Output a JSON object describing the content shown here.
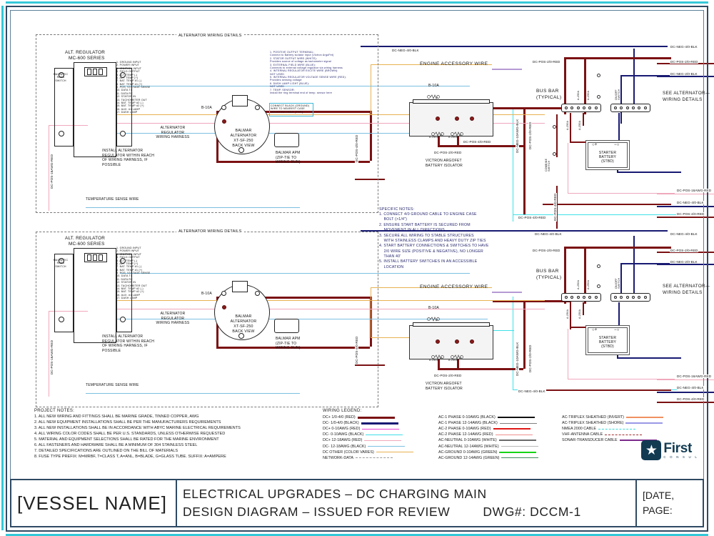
{
  "document": {
    "sheet_type": "electrical-wiring-diagram",
    "section_headers": {
      "alternator_wiring_details": "ALTERNATOR WIRING DETAILS"
    }
  },
  "title_block": {
    "vessel": "[VESSEL NAME]",
    "line1": "ELECTRICAL UPGRADES – DC CHARGING MAIN",
    "line2": "DESIGN DIAGRAM – ISSUED FOR REVIEW",
    "dwg_label": "DWG#: DCCM-1",
    "right_line1": "[DATE,",
    "right_line2": "PAGE:"
  },
  "logo": {
    "mark": "star-icon",
    "name": "First",
    "subtitle": "C O N S U L"
  },
  "project_notes": {
    "title": "PROJECT NOTES:",
    "items": [
      "1. ALL NEW WIRING AND FITTINGS SHALL BE MARINE GRADE, TINNED COPPER, AWG",
      "2. ALL NEW EQUIPMENT INSTALLATIONS SHALL BE PER THE MANUFACTURERS REQUIREMENTS",
      "3. ALL NEW INSTALLATIONS SHALL BE IN ACCORDANCE WITH ABYC MARINE ELECTRICAL REQUIREMENTS",
      "4. ALL WIRING COLOR CODES SHALL BE PER U.S. STANDARDS, UNLESS OTHERWISE REQUESTED",
      "5. MATERIAL AND EQUIPMENT SELECTIONS SHALL BE RATED FOR THE MARINE ENVIRONMENT",
      "6. ALL FASTENERS AND HARDWARE SHALL BE A MINIMUM OF 304 STAINLESS STEEL",
      "7. DETAILED SPECIFICATIONS ARE OUTLINED ON THE BILL OF MATERIALS",
      "8. FUSE TYPE PREFIX: M=MRBF, T=CLASS T, A=ANL, B=BLADE, G=GLASS TUBE. SUFFIX: A=AMPERE"
    ]
  },
  "specific_notes": {
    "title": "SPECIFIC NOTES:",
    "items": [
      "1. CONNECT 4/0 GROUND CABLE TO ENGINE CASE",
      "    BOLT (>1/4\")",
      "2. ENSURE START BATTERY IS SECURED FROM",
      "    MOVEMENT IN ALL DIRECTIONS",
      "3. SECURE ALL WIRING TO STABLE STRUCTURES",
      "    WITH STAINLESS CLAMPS AND HEAVY DUTY ZIP TIES",
      "4. START BATTERY CONNECTIONS & SWITCHES TO HAVE",
      "    2/0 WIRE SIZE (POSITIVE & NEGATIVE), NO LONGER",
      "    THAN 40'",
      "5. INSTALL BATTERY SWITCHES IN AN ACCESSIBLE",
      "    LOCATION"
    ]
  },
  "wiring_legend": {
    "title": "WIRING LEGEND:",
    "col1": [
      {
        "text": "DC+ 1/0-4/0 (RED)",
        "color": "#7b1113",
        "weight": 3.2,
        "style": "solid"
      },
      {
        "text": "DC- 1/0-4/0 (BLACK)",
        "color": "#181a72",
        "weight": 3.2,
        "style": "solid"
      },
      {
        "text": "DC+ 0-10AWG (RED)",
        "color": "#e83fd0",
        "weight": 1.6,
        "style": "solid"
      },
      {
        "text": "DC- 0-10AWG (BLACK)",
        "color": "#3fe0e8",
        "weight": 1.6,
        "style": "solid"
      },
      {
        "text": "DC+ 12-18AWG (RED)",
        "color": "#f0a8bc",
        "weight": 1.1,
        "style": "solid"
      },
      {
        "text": "DC- 12-18AWG (BLACK)",
        "color": "#7cc0e0",
        "weight": 1.1,
        "style": "solid"
      },
      {
        "text": "DC OTHER (COLOR VARES)",
        "color": "#e8b251",
        "weight": 1.1,
        "style": "solid"
      },
      {
        "text": "NETWORK-DATA",
        "color": "#9a9a9a",
        "weight": 1.1,
        "style": "dashed"
      }
    ],
    "col2": [
      {
        "text": "AC-1 PHASE 0-10AWG (BLACK)",
        "color": "#111111",
        "weight": 2.6,
        "style": "solid"
      },
      {
        "text": "AC-1 PHASE 12-14AWG (BLACK)",
        "color": "#808080",
        "weight": 1.0,
        "style": "solid"
      },
      {
        "text": "AC-2 PHASE 0-10AWG (RED)",
        "color": "#e01818",
        "weight": 2.0,
        "style": "solid"
      },
      {
        "text": "AC-2 PHASE 12-14AWG (RED)",
        "color": "#f09090",
        "weight": 1.0,
        "style": "solid"
      },
      {
        "text": "AC-NEUTRAL 0-10AWG (WHITE)",
        "color": "#6a6a6a",
        "weight": 2.0,
        "style": "solid"
      },
      {
        "text": "AC-NEUTRAL 12-14AWG (WHITE)",
        "color": "#b8b8b8",
        "weight": 1.0,
        "style": "solid"
      },
      {
        "text": "AC-GROUND 0-10AWG (GREEN)",
        "color": "#15d415",
        "weight": 2.0,
        "style": "solid"
      },
      {
        "text": "AC-GROUND 12-14AWG (GREEN)",
        "color": "#3f8a5c",
        "weight": 1.0,
        "style": "solid"
      }
    ],
    "col3": [
      {
        "text": "AC-TRIPLEX SHEATHED (INVERT)",
        "color": "#f09060",
        "weight": 2.2,
        "style": "solid"
      },
      {
        "text": "AC-TRIPLEX SHEATHED (SHORE)",
        "color": "#9898e8",
        "weight": 2.2,
        "style": "solid"
      },
      {
        "text": "NMEA 2000 CABLE",
        "color": "#3fd8d8",
        "weight": 1.6,
        "style": "dashed"
      },
      {
        "text": "VHF-ANTENNA CABLE",
        "color": "#a03030",
        "weight": 1.6,
        "style": "dashed"
      },
      {
        "text": "SONAR-TRANSDUCER CABLE",
        "color": "#7b2a8a",
        "weight": 2.4,
        "style": "solid"
      }
    ]
  },
  "alternator_detail": {
    "regulator": {
      "title_line1": "ALT. REGULATOR",
      "title_line2": "MC-600 SERIES",
      "magnetic_reed_switch": "MAGNETIC\nREED\nSWITCH",
      "pinout": [
        "1. GROUND INPUT",
        "2. POWER INPUT",
        "3. IGNITION INPUT",
        "4. FIELD OUTPUT",
        "5. ALT. TEMP (-)",
        "6. ALT. TEMP (+)",
        "7. BAT. TEMP #1 (-)",
        "8. BAT. TEMP #1 (+)",
        "9. POS. VOLTAGE SENSE",
        "10. DATA TX",
        "11. DATA RX",
        "12. STATOR IN",
        "13. TACHOMETER OUT",
        "14. BAT. TEMP #2 (-)",
        "15. BAT. TEMP #2 (+)",
        "16. AUX. #1 LAMP",
        "17. DASH LAMP"
      ],
      "harness_label": "ALTERNATOR\nREGULATOR\nWIRING HARNESS",
      "install_note": "INSTALL ALTERNATOR\nREGULATOR WITHIN REACH\nOF WIRING HARNESS, IF\nPOSSIBLE",
      "temp_sense_wire": "TEMPERATURE SENSE WIRE"
    },
    "alternator": {
      "label": "BALMAR\nALTERNATOR\nXT-SF-250\nBACK VIEW",
      "apm_label": "BALMAR APM\n(ZIP-TIE TO\nWIRING RUN)",
      "ground_note": "CONNECT BLACK (GROUND)\nWIRE TO NEAREST CASE\nMOUNTING HOLE (TYP.)",
      "terminal_notes": [
        "1. POSITIVE OUTPUT TERMINAL:",
        "Connect to Battery isolator input (Victron ArgoFet)",
        "2. STATOR OUTPUT WIRE (WHITE):",
        "Provides source of voltage as tachometer signal",
        "3. EXTERNAL FIELD WIRE (BLUE):",
        "Connects to external voltage regulator via wiring harness",
        "4. INTERNAL REGULATOR EXCITE WIRE (BROWN):",
        "NOT USED",
        "5. INTERNAL REGULATOR VOLTAGE SENSE WIRE (RED):",
        "Provides sensing voltage",
        "6. DASH LAMP LIGHT (BLUE):",
        "NOT USED",
        "7. TEMP. SENSOR:",
        "Install the ring terminal end of temp. sensor here"
      ],
      "fuse": "B-10A"
    }
  },
  "main_circuit": {
    "engine_accessory_wire": "ENGINE ACCESSORY WIRE",
    "fuse_b10a": "B-10A",
    "isolator": "VICTRON ARGOFET\nBATTERY ISOLATOR",
    "isolator_fuses": [
      "A-250A",
      "A-250A"
    ],
    "bus_bar": "BUS BAR\n(TYPICAL)",
    "combine_switch": "COMBINE\nSWITCH",
    "on_off_switch": "ON/OFF\nSWITCH",
    "starter_battery": "STARTER\nBATTERY\n(STBD)",
    "see_alternator_note": "SEE ALTERNATOR—\nWIRING DETAILS",
    "bus_fuses": [
      "A-250A",
      "A-250A",
      "A-250A",
      "A-250A"
    ],
    "wire_tags": {
      "dc_neg_4_0_blk": "DC-NEG-4/0-BLK",
      "dc_pos_2_0_red": "DC-POS-2/0-RED",
      "dc_neg_2_0_blk": "DC-NEG-2/0-BLK",
      "dc_pos_4_0_red": "DC-POS-4/0-RED",
      "dc_neg_10awg_blk": "DC-NEG-10AWG-BLK",
      "dc_pos_16awg_red": "DC-POS-16AWG-RED",
      "dc_pos_16awg": "DC-POS-16AWG-RED",
      "dc_neg_16awg": "DC-NEG-16AWG-BLK"
    }
  },
  "colors": {
    "dc_pos_heavy": "#7b1113",
    "dc_neg_heavy": "#181a72",
    "dc_pos_10": "#e83fd0",
    "dc_neg_10": "#3fe0e8",
    "dc_pos_small": "#f0a8bc",
    "dc_neg_small": "#7cc0e0",
    "dc_other": "#e8b251",
    "frame": "#2f4a63",
    "teal_edge": "#33c8d8",
    "brand": "#123b52"
  }
}
